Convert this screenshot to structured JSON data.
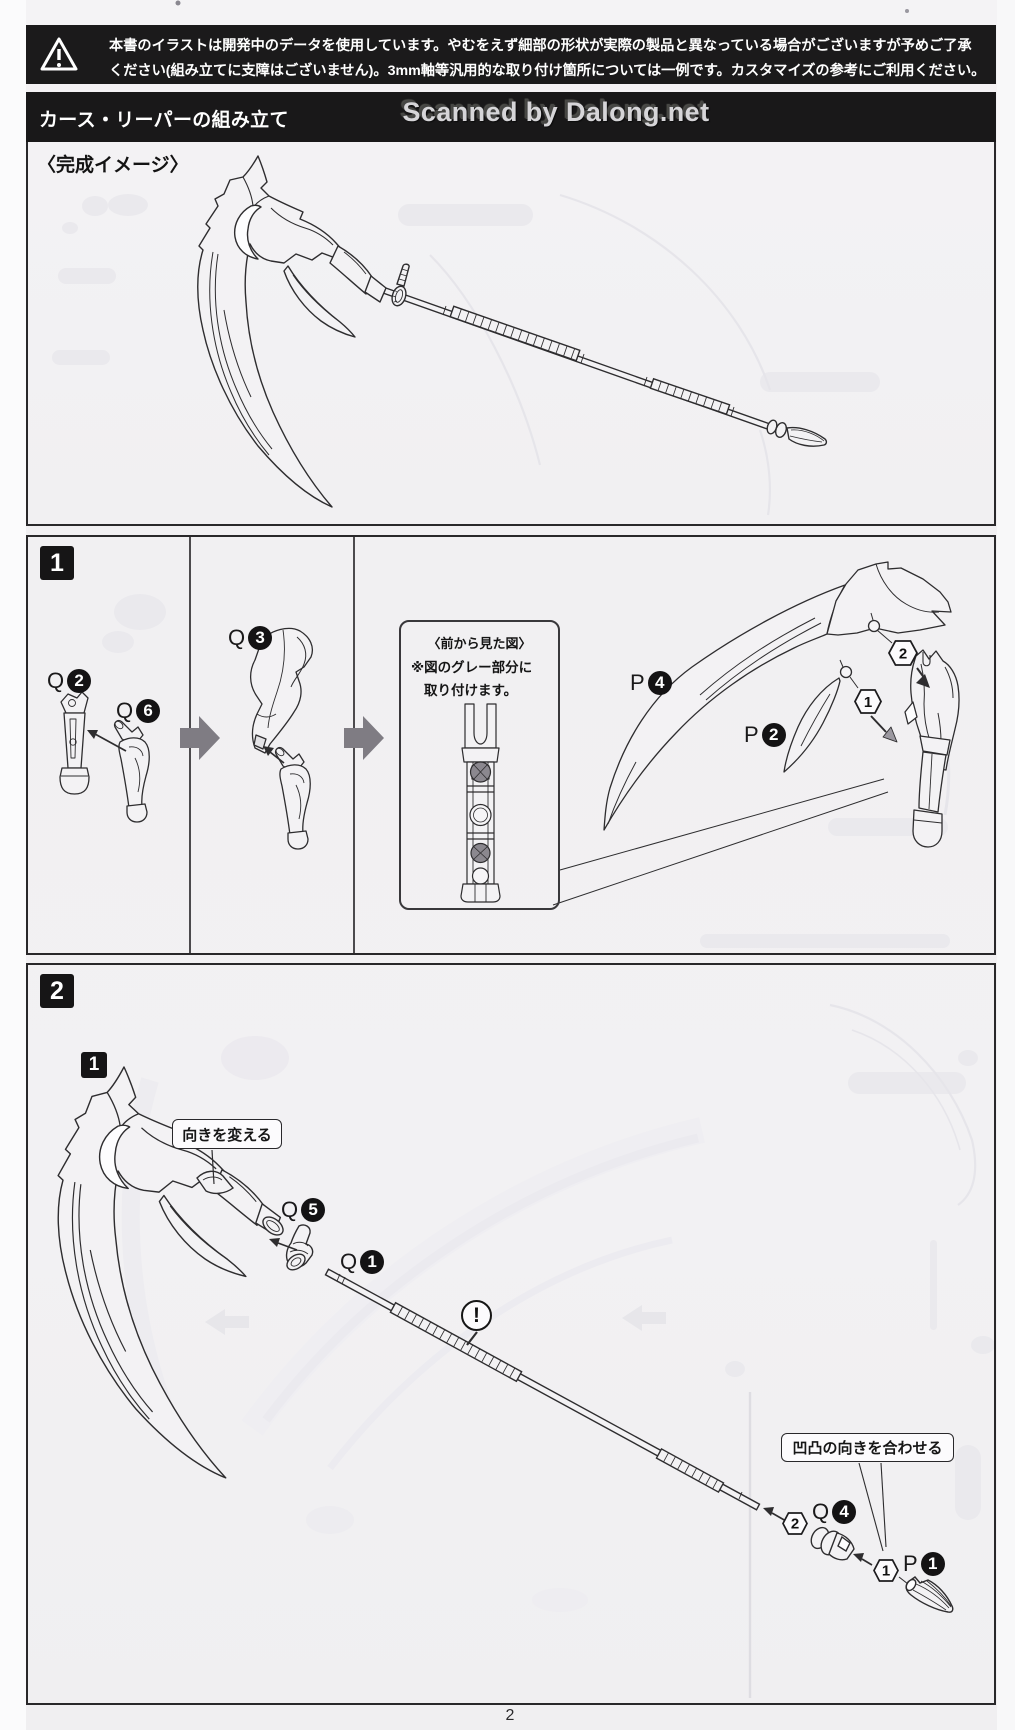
{
  "page": {
    "number": "2"
  },
  "banner": {
    "icon": "warning-triangle",
    "line1": "本書のイラストは開発中のデータを使用しています。やむをえず細部の形状が実際の製品と異なっている場合がございますが予めご了承",
    "line2": "ください(組み立てに支障はございません)。3mm軸等汎用的な取り付け箇所については一例です。カスタマイズの参考にご利用ください。"
  },
  "header": {
    "title": "カース・リーパーの組み立て",
    "watermark": "Scanned by Dalong.net"
  },
  "finished": {
    "label": "〈完成イメージ〉"
  },
  "step1": {
    "badge": "1",
    "parts": {
      "q2": {
        "letter": "Q",
        "num": "2"
      },
      "q6": {
        "letter": "Q",
        "num": "6"
      },
      "q3": {
        "letter": "Q",
        "num": "3"
      },
      "p4": {
        "letter": "P",
        "num": "4"
      },
      "p2": {
        "letter": "P",
        "num": "2"
      }
    },
    "front_view": {
      "title": "〈前から見た図〉",
      "note1": "※図のグレー部分に",
      "note2": "取り付けます。"
    },
    "callout1": "1",
    "callout2": "2"
  },
  "step2": {
    "badge": "2",
    "sub_badge": "1",
    "turn_label": "向きを変える",
    "align_label": "凹凸の向きを合わせる",
    "warning_mark": "!",
    "parts": {
      "q5": {
        "letter": "Q",
        "num": "5"
      },
      "q1": {
        "letter": "Q",
        "num": "1"
      },
      "q4": {
        "letter": "Q",
        "num": "4"
      },
      "p1": {
        "letter": "P",
        "num": "1"
      }
    },
    "callout1": "1",
    "callout2": "2"
  },
  "colors": {
    "paper": "#f2f1f3",
    "bar_black": "#1b1a1b",
    "ink": "#2e2d2f",
    "gray_arrow": "#7f7c83",
    "gray_fill": "#8b888f",
    "ghost": "#e7e6ea"
  }
}
